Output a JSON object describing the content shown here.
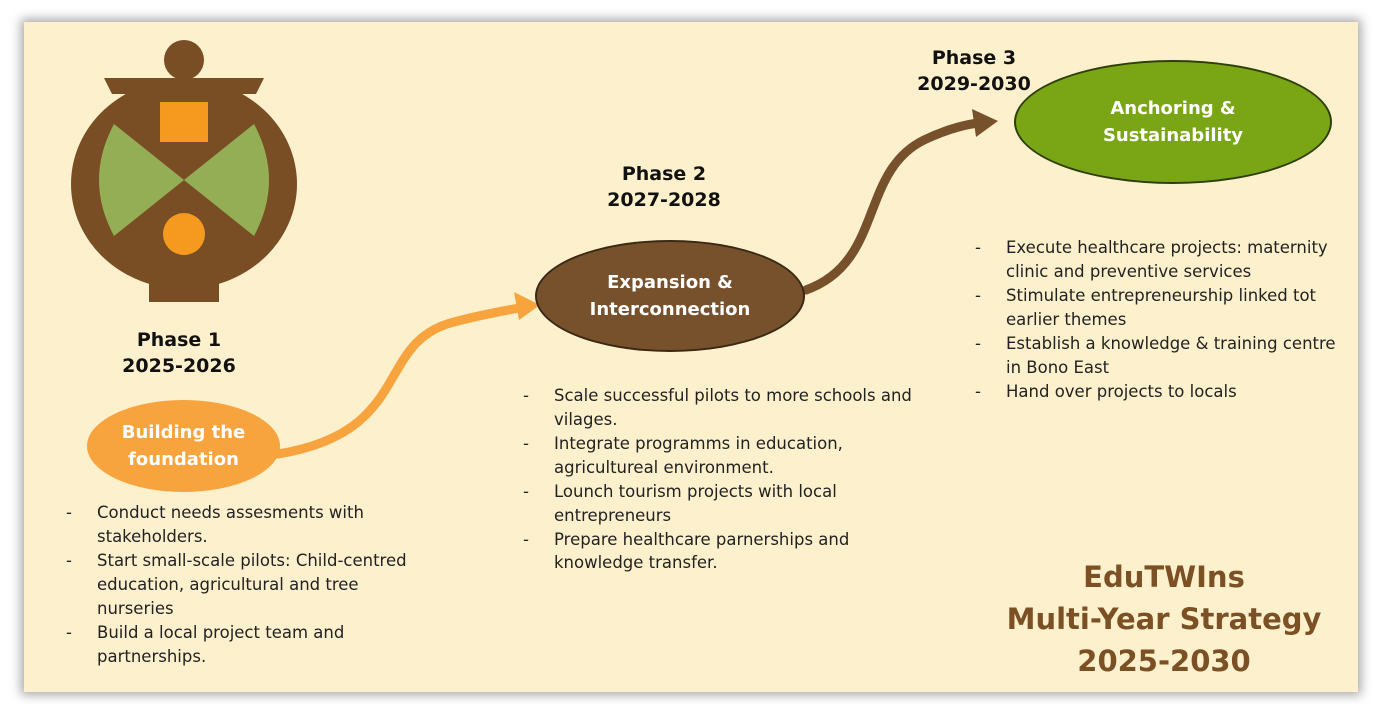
{
  "colors": {
    "background": "#fdf0cc",
    "phase1": "#f7a43e",
    "phase2": "#76512c",
    "phase3": "#7aa616",
    "title": "#7b5025",
    "logo_brown": "#7a4e24",
    "logo_green": "#94ae55",
    "logo_orange": "#f59a1e"
  },
  "phases": [
    {
      "label": "Phase 1",
      "years": "2025-2026",
      "bubble_lines": [
        "Building the",
        "foundation"
      ],
      "bullets": [
        "Conduct needs assesments with stakeholders.",
        "Start small-scale pilots: Child-centred education, agricultural and tree nurseries",
        "Build a local project team and partnerships."
      ]
    },
    {
      "label": "Phase 2",
      "years": "2027-2028",
      "bubble_lines": [
        "Expansion &",
        "Interconnection"
      ],
      "bullets": [
        "Scale successful pilots to more schools and vilages.",
        "Integrate programms in education, agricultureal environment.",
        "Lounch tourism projects with local entrepreneurs",
        "Prepare healthcare parnerships and knowledge transfer."
      ]
    },
    {
      "label": "Phase 3",
      "years": "2029-2030",
      "bubble_lines": [
        "Anchoring &",
        "Sustainability"
      ],
      "bullets": [
        "Execute  healthcare projects: maternity clinic and preventive services",
        "Stimulate entrepreneurship linked tot earlier themes",
        "Establish a knowledge & training centre in Bono East",
        "Hand over projects to locals"
      ]
    }
  ],
  "title_lines": [
    "EduTWIns",
    "Multi-Year Strategy",
    "2025-2030"
  ],
  "icons": {
    "logo": "adinkra-symbol-icon"
  }
}
